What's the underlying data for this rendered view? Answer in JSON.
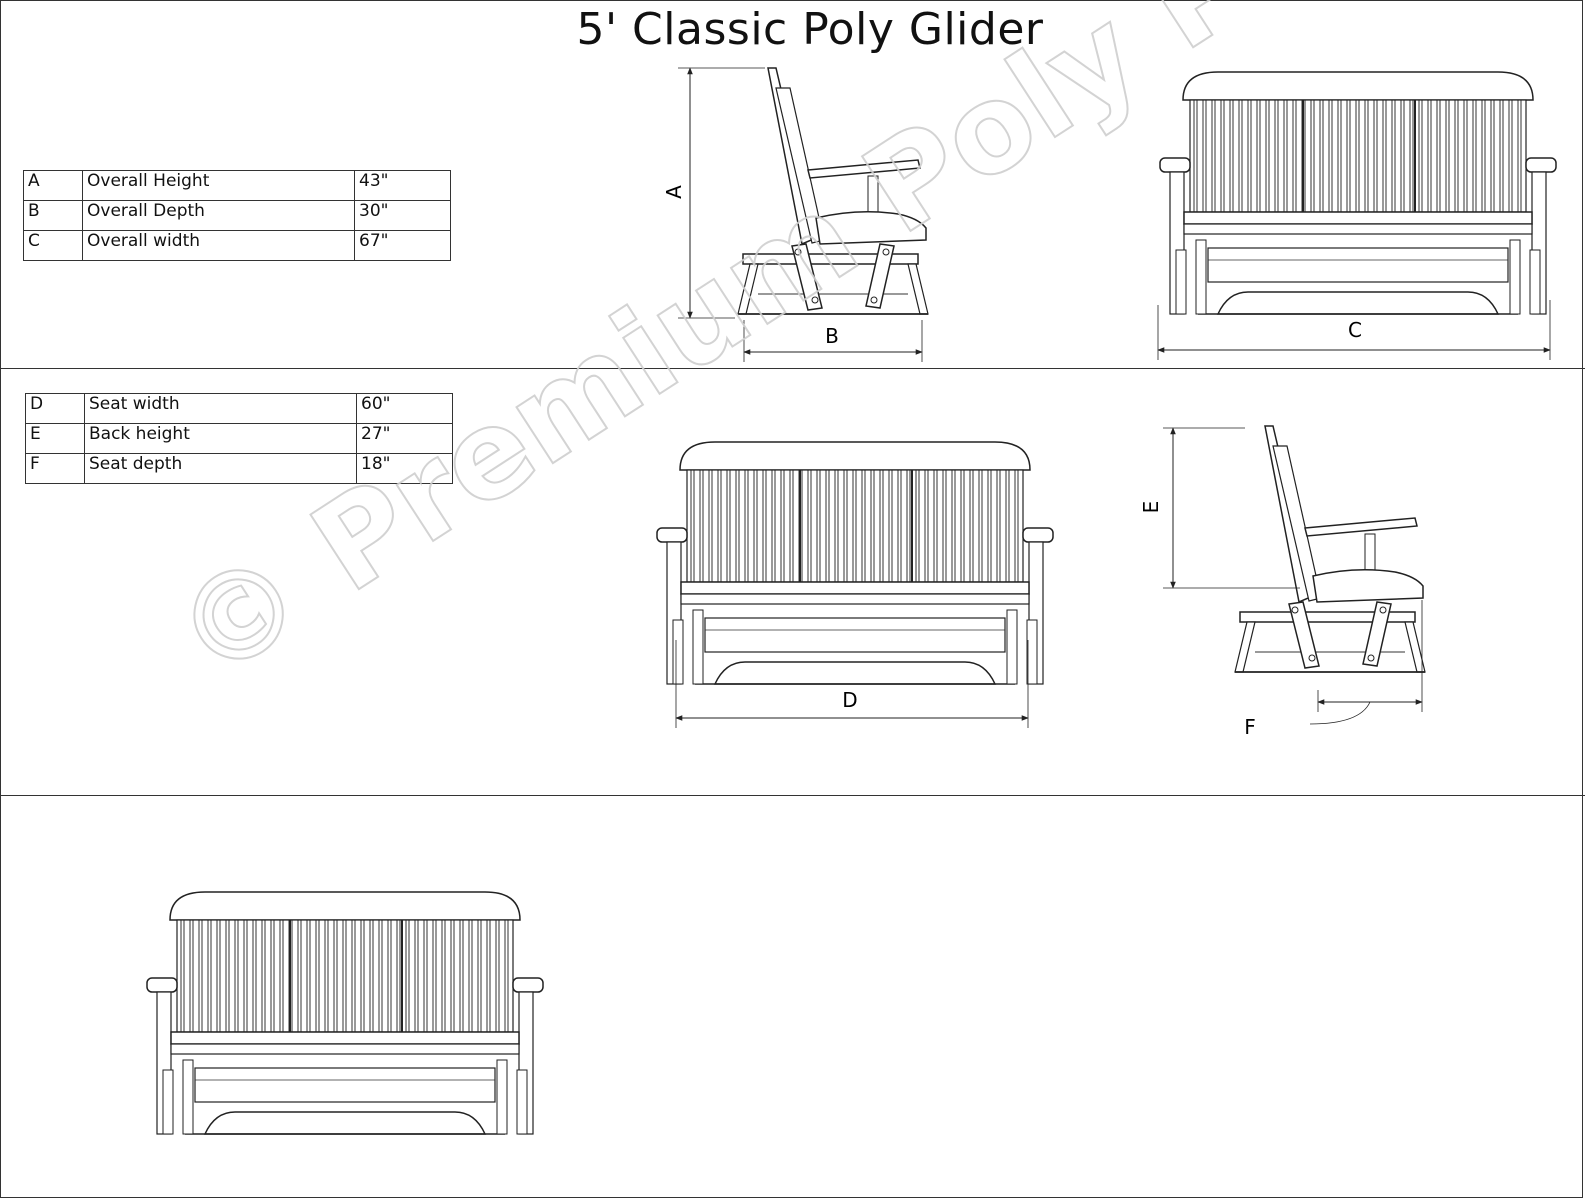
{
  "title": "5' Classic Poly Glider",
  "tables": [
    {
      "rows": [
        {
          "key": "A",
          "name": "Overall Height",
          "value": "43\""
        },
        {
          "key": "B",
          "name": "Overall Depth",
          "value": "30\""
        },
        {
          "key": "C",
          "name": "Overall width",
          "value": "67\""
        }
      ]
    },
    {
      "rows": [
        {
          "key": "D",
          "name": "Seat width",
          "value": "60\""
        },
        {
          "key": "E",
          "name": "Back height",
          "value": "27\""
        },
        {
          "key": "F",
          "name": "Seat depth",
          "value": "18\""
        }
      ]
    }
  ],
  "dimension_labels": {
    "a": "A",
    "b": "B",
    "c": "C",
    "d": "D",
    "e": "E",
    "f": "F"
  },
  "watermark": "© Premium Poly Patios"
}
